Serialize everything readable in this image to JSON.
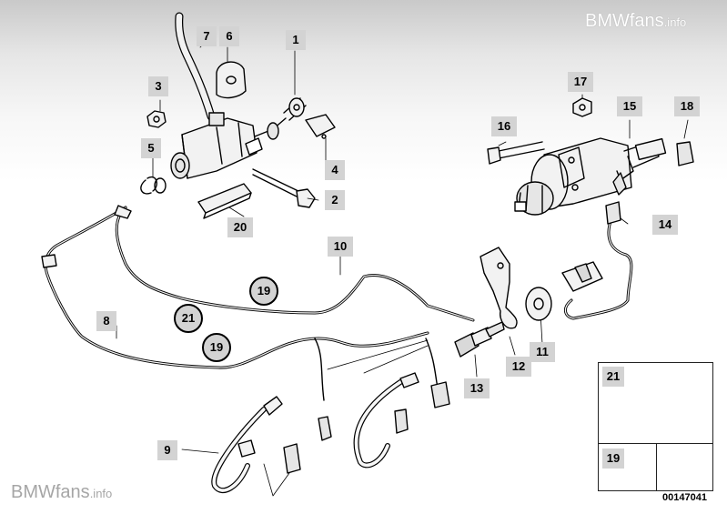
{
  "watermark": {
    "brand": "BMWfans",
    "suffix": ".info"
  },
  "parts": [
    {
      "id": "p1",
      "label": "1"
    },
    {
      "id": "p2",
      "label": "2"
    },
    {
      "id": "p3",
      "label": "3"
    },
    {
      "id": "p4",
      "label": "4"
    },
    {
      "id": "p5",
      "label": "5"
    },
    {
      "id": "p6",
      "label": "6"
    },
    {
      "id": "p7",
      "label": "7"
    },
    {
      "id": "p8",
      "label": "8"
    },
    {
      "id": "p9",
      "label": "9"
    },
    {
      "id": "p10",
      "label": "10"
    },
    {
      "id": "p11",
      "label": "11"
    },
    {
      "id": "p12",
      "label": "12"
    },
    {
      "id": "p13",
      "label": "13"
    },
    {
      "id": "p14",
      "label": "14"
    },
    {
      "id": "p15",
      "label": "15"
    },
    {
      "id": "p16",
      "label": "16"
    },
    {
      "id": "p17",
      "label": "17"
    },
    {
      "id": "p18",
      "label": "18"
    },
    {
      "id": "p19",
      "label": "19"
    },
    {
      "id": "p20",
      "label": "20"
    },
    {
      "id": "p21",
      "label": "21"
    }
  ],
  "circled": [
    {
      "id": "c19a",
      "label": "19"
    },
    {
      "id": "c21",
      "label": "21"
    },
    {
      "id": "c19b",
      "label": "19"
    }
  ],
  "inset": {
    "top_label": "21",
    "bottom_label": "19"
  },
  "drawing_number": "00147041",
  "colors": {
    "line": "#000000",
    "tag_bg": "#d3d3d3",
    "part_fill": "#f2f2f2"
  }
}
